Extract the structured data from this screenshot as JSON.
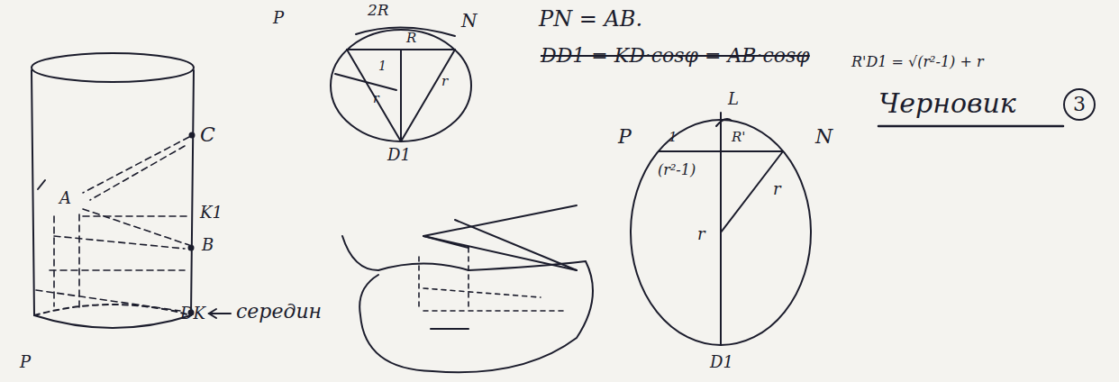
{
  "diagram": {
    "labels": [
      "C",
      "A",
      "K1",
      "B",
      "DK",
      "середин",
      "P",
      "P",
      "2R",
      "N",
      "R",
      "r",
      "1",
      "r",
      "D1",
      "PN = AB.",
      "DD1 = KD·cosφ = AB·cosφ",
      "L",
      "P",
      "1",
      "R'",
      "N",
      "(r²-1)",
      "r",
      "r",
      "D1",
      "R'D1 = √(r²-1) + r",
      "Черновик",
      "3"
    ]
  }
}
